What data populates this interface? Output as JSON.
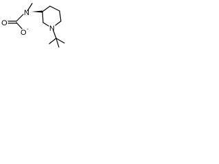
{
  "molecule": {
    "atoms": {
      "n_methyl": "N",
      "o_carbonyl": "O",
      "o_anion": "O",
      "o_anion_charge": "-",
      "n_ring": "N"
    }
  },
  "colors": {
    "ink": "#000000",
    "background": "#ffffff"
  }
}
